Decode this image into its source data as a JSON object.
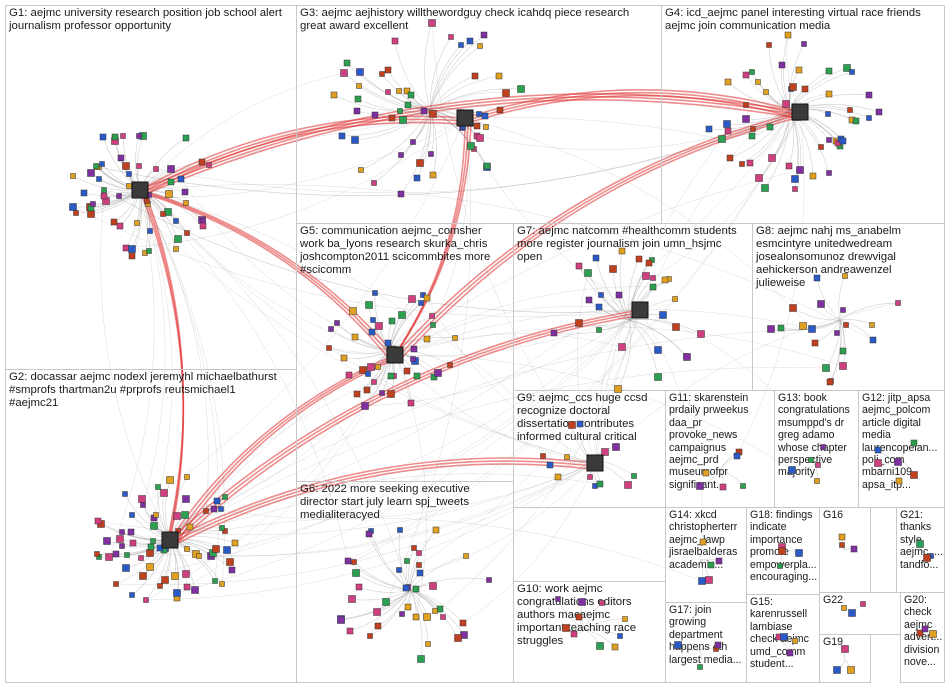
{
  "groups": [
    {
      "id": "G1",
      "label": "G1: aejmc university research position job school alert\njournalism professor opportunity"
    },
    {
      "id": "G2",
      "label": "G2: docassar aejmc nodexl jeremyhl michaelbathurst\n#smprofs thartman2u #prprofs reutsmichael1\n#aejmc21"
    },
    {
      "id": "G3",
      "label": "G3: aejmc aejhistory willthewordguy check icahdq piece research\ngreat award excellent"
    },
    {
      "id": "G4",
      "label": "G4: icd_aejmc panel interesting virtual race friends\naejmc join communication media"
    },
    {
      "id": "G5",
      "label": "G5: communication aejmc_comsher\nwork ba_lyons research skurka_chris\njoshcompton2011 scicommbites more\n#scicomm"
    },
    {
      "id": "G6",
      "label": "G6: 2022 more seeking executive\ndirector start july learn spj_tweets\nmedialiteracyed"
    },
    {
      "id": "G7",
      "label": "G7: aejmc natcomm #healthcomm students\nmore register journalism join umn_hsjmc\nopen"
    },
    {
      "id": "G8",
      "label": "G8: aejmc nahj ms_anabelm\nesmcintyre unitedwedream\njosealonsomunoz drewvigal\naehickerson andreawenzel\njulieweise"
    },
    {
      "id": "G9",
      "label": "G9: aejmc_ccs huge ccsd\nrecognize doctoral\ndissertation contributes\ninformed cultural critical"
    },
    {
      "id": "G10",
      "label": "G10: work aejmc\ncongratulations editors\nauthors macaejmc\nimportant teaching race\nstruggles"
    },
    {
      "id": "G11",
      "label": "G11: skarenstein\nprdaily prweekus\ndaa_pr\nprovoke_news\ncampaignus\naejmc_prd\nmuseumofpr\nsignificant..."
    },
    {
      "id": "G12",
      "label": "G12: jitp_apsa\naejmc_polcom\narticle digital\nmedia\nlaurencopelan...\npoli_com\nmbarni109\napsa_itp..."
    },
    {
      "id": "G13",
      "label": "G13: book\ncongratulations\nmsumppd's dr\ngreg adamo\nwhose chapter\nperspective\nmajority"
    },
    {
      "id": "G14",
      "label": "G14: xkcd\nchristopherterr\naejmc_lawp\njisraelbalderas\nacademic..."
    },
    {
      "id": "G15",
      "label": "G15:\nkarenrussell\nlambiase\ncheck aejmc\numd_comm\nstudent..."
    },
    {
      "id": "G16",
      "label": "G16"
    },
    {
      "id": "G17",
      "label": "G17: join\ngrowing\ndepartment\nhappens 4th\nlargest media..."
    },
    {
      "id": "G18",
      "label": "G18: findings\nindicate\nimportance\npromote\nempowerpla...\nencouraging..."
    },
    {
      "id": "G19",
      "label": "G19"
    },
    {
      "id": "G20",
      "label": "G20:\ncheck\naejmc\nadvert...\ndivision\nnove..."
    },
    {
      "id": "G21",
      "label": "G21:\nthanks\nstyle\naejmc_...\ntandfo..."
    },
    {
      "id": "G22",
      "label": "G22"
    }
  ],
  "colors": {
    "edge": "#9a9a9a",
    "edge_strong": "#e03030",
    "node_fill_a": "#2a5ac8",
    "node_fill_b": "#2aa050",
    "node_fill_c": "#c04020",
    "node_fill_d": "#8030a0",
    "node_fill_e": "#e0a020",
    "node_fill_f": "#d04080",
    "panel_border": "#c8c8c8"
  }
}
